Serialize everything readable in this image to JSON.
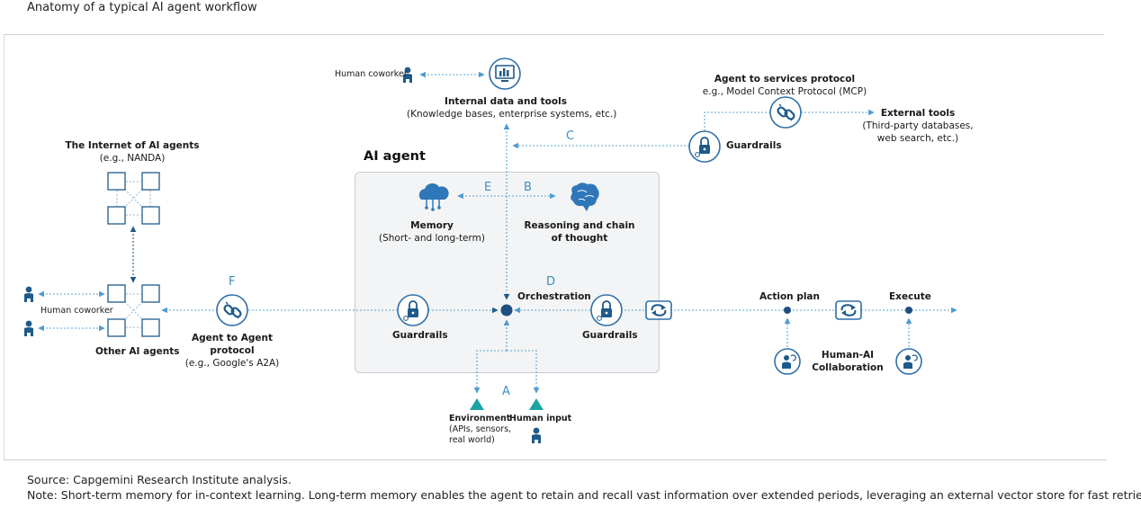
{
  "title": "Anatomy of a typical AI agent workflow",
  "agent": {
    "title": "AI agent"
  },
  "labels": {
    "human_coworker_top": "Human coworker",
    "internal_title": "Internal data and tools",
    "internal_sub": "(Knowledge bases, enterprise systems, etc.)",
    "a2s_title": "Agent to services protocol",
    "a2s_sub": "e.g., Model Context Protocol (MCP)",
    "external_title": "External tools",
    "external_sub1": "(Third-party databases,",
    "external_sub2": "web search, etc.)",
    "guardrails_top": "Guardrails",
    "internet_title": "The Internet of AI agents",
    "internet_sub": "(e.g., NANDA)",
    "memory_title": "Memory",
    "memory_sub": "(Short- and long-term)",
    "reasoning_l1": "Reasoning and chain",
    "reasoning_l2": "of thought",
    "orchestration": "Orchestration",
    "guardrails_left": "Guardrails",
    "guardrails_right": "Guardrails",
    "human_coworker_left": "Human coworker",
    "other_agents": "Other AI agents",
    "a2a_l1": "Agent to Agent",
    "a2a_l2": "protocol",
    "a2a_sub": "(e.g., Google's A2A)",
    "action_plan": "Action plan",
    "execute": "Execute",
    "hai_l1": "Human-AI",
    "hai_l2": "Collaboration",
    "environment_title": "Environment",
    "environment_sub1": "(APIs, sensors,",
    "environment_sub2": "real world)",
    "human_input": "Human input"
  },
  "letters": {
    "a": "A",
    "b": "B",
    "c": "C",
    "d": "D",
    "e": "E",
    "f": "F"
  },
  "icons": {
    "person": "person-icon",
    "monitor": "monitor-chart-icon",
    "lock": "lock-icon",
    "link": "link-icon",
    "cloud": "cloud-network-icon",
    "brain": "brain-icon",
    "cycle": "cycle-arrows-icon",
    "triangle": "triangle-icon"
  },
  "colors": {
    "accent": "#1e5a8a",
    "line": "#5aa5d8",
    "teal": "#1aa5a5",
    "box": "#f3f4f5"
  },
  "footer": {
    "source": "Source: Capgemini Research Institute analysis.",
    "note": "Note: Short-term memory for in-context learning. Long-term memory enables the agent to retain and recall vast information over extended periods, leveraging an external vector store for fast retrieval."
  }
}
